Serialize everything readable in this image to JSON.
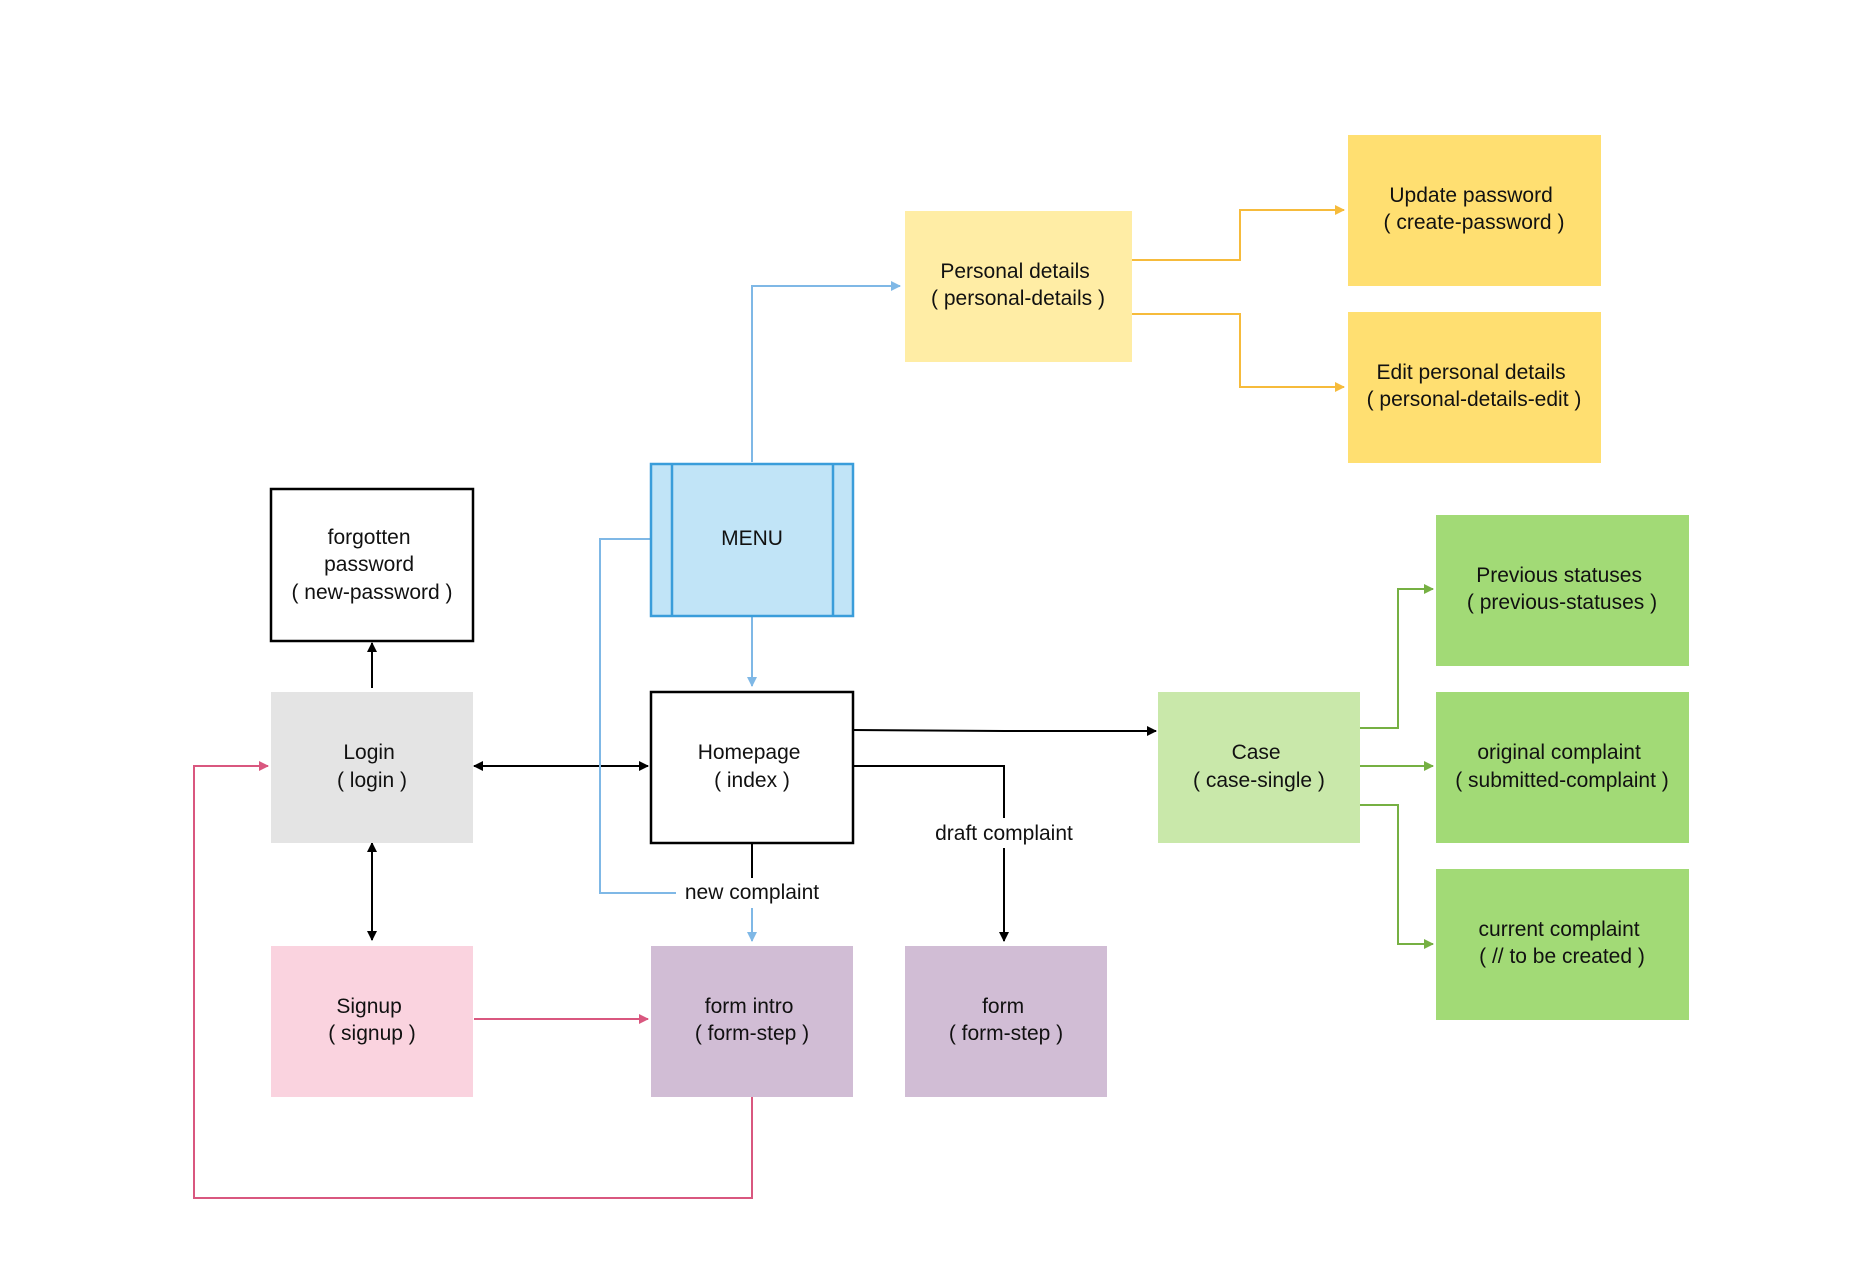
{
  "colors": {
    "black": "#000000",
    "blue": "#7fb8e6",
    "orange": "#f6bb3b",
    "green": "#76b043",
    "pink": "#d9577f",
    "menu_fill": "#c1e4f7",
    "menu_stroke": "#3a9dda",
    "gray": "#e4e4e4",
    "pink_fill": "#fad3df",
    "purple_fill": "#d1bdd5",
    "yellow_light": "#ffeda5",
    "yellow": "#ffdf71",
    "green_light": "#c9e8aa",
    "green_fill": "#a2da76",
    "white": "#ffffff"
  },
  "nodes": {
    "forgotten": {
      "lines": [
        "forgotten",
        "password",
        "( new-password )"
      ]
    },
    "login": {
      "lines": [
        "Login",
        "( login )"
      ]
    },
    "signup": {
      "lines": [
        "Signup",
        "( signup )"
      ]
    },
    "menu": {
      "lines": [
        "MENU"
      ]
    },
    "homepage": {
      "lines": [
        "Homepage",
        "( index )"
      ]
    },
    "form_intro": {
      "lines": [
        "form intro",
        "( form-step )"
      ]
    },
    "form": {
      "lines": [
        "form",
        "( form-step )"
      ]
    },
    "personal": {
      "lines": [
        "Personal details",
        "( personal-details )"
      ]
    },
    "update_pw": {
      "lines": [
        "Update password",
        "( create-password )"
      ]
    },
    "edit_pd": {
      "lines": [
        "Edit personal details",
        "( personal-details-edit )"
      ]
    },
    "case": {
      "lines": [
        "Case",
        "( case-single )"
      ]
    },
    "prev_status": {
      "lines": [
        "Previous statuses",
        "( previous-statuses )"
      ]
    },
    "orig_complaint": {
      "lines": [
        "original complaint",
        "( submitted-complaint )"
      ]
    },
    "curr_complaint": {
      "lines": [
        "current complaint",
        "( // to be created )"
      ]
    }
  },
  "edge_labels": {
    "draft": "draft complaint",
    "new": "new complaint"
  }
}
